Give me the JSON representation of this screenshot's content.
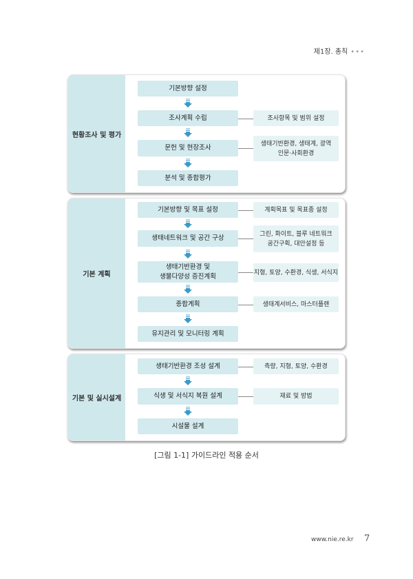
{
  "header": {
    "chapter": "제1장. 총칙",
    "dots": "•••"
  },
  "panels": [
    {
      "label": "현황조사 및 평가",
      "steps": [
        "기본방향 설정",
        "조사계획 수립",
        "문헌 및 현장조사",
        "분석 및 종합평가"
      ],
      "notes": [
        null,
        "조사항목 및 범위 설정",
        "생태기반환경, 생태계, 광역\n인문·사회환경",
        null
      ]
    },
    {
      "label": "기본 계획",
      "steps": [
        "기본방향 및 목표 설정",
        "생태네트워크 및 공간 구상",
        "생태기반환경 및\n생물다양성 증진계획",
        "종합계획",
        "유지관리 및 모니터링 계획"
      ],
      "notes": [
        "계획목표 및 목표종 설정",
        "그린, 화이트, 블루 네트워크\n공간구획, 대안설정 등",
        "지형, 토양, 수환경, 식생, 서식지",
        "생태계서비스, 마스터플랜",
        null
      ]
    },
    {
      "label": "기본 및 실시설계",
      "steps": [
        "생태기반환경 조성 설계",
        "식생 및 서식지 복원 설계",
        "시설물 설계"
      ],
      "notes": [
        "측량, 지형, 토양, 수환경",
        "재료 및 방법",
        null
      ]
    }
  ],
  "caption": "[그림 1-1] 가이드라인 적용 순서",
  "footer": {
    "url": "www.nie.re.kr",
    "page": "7"
  },
  "colors": {
    "label_bg": "#cfe8ec",
    "step_bg": "#d3eaee",
    "note_bg": "#e6f3f5",
    "arrow": "#3a9ac9"
  }
}
